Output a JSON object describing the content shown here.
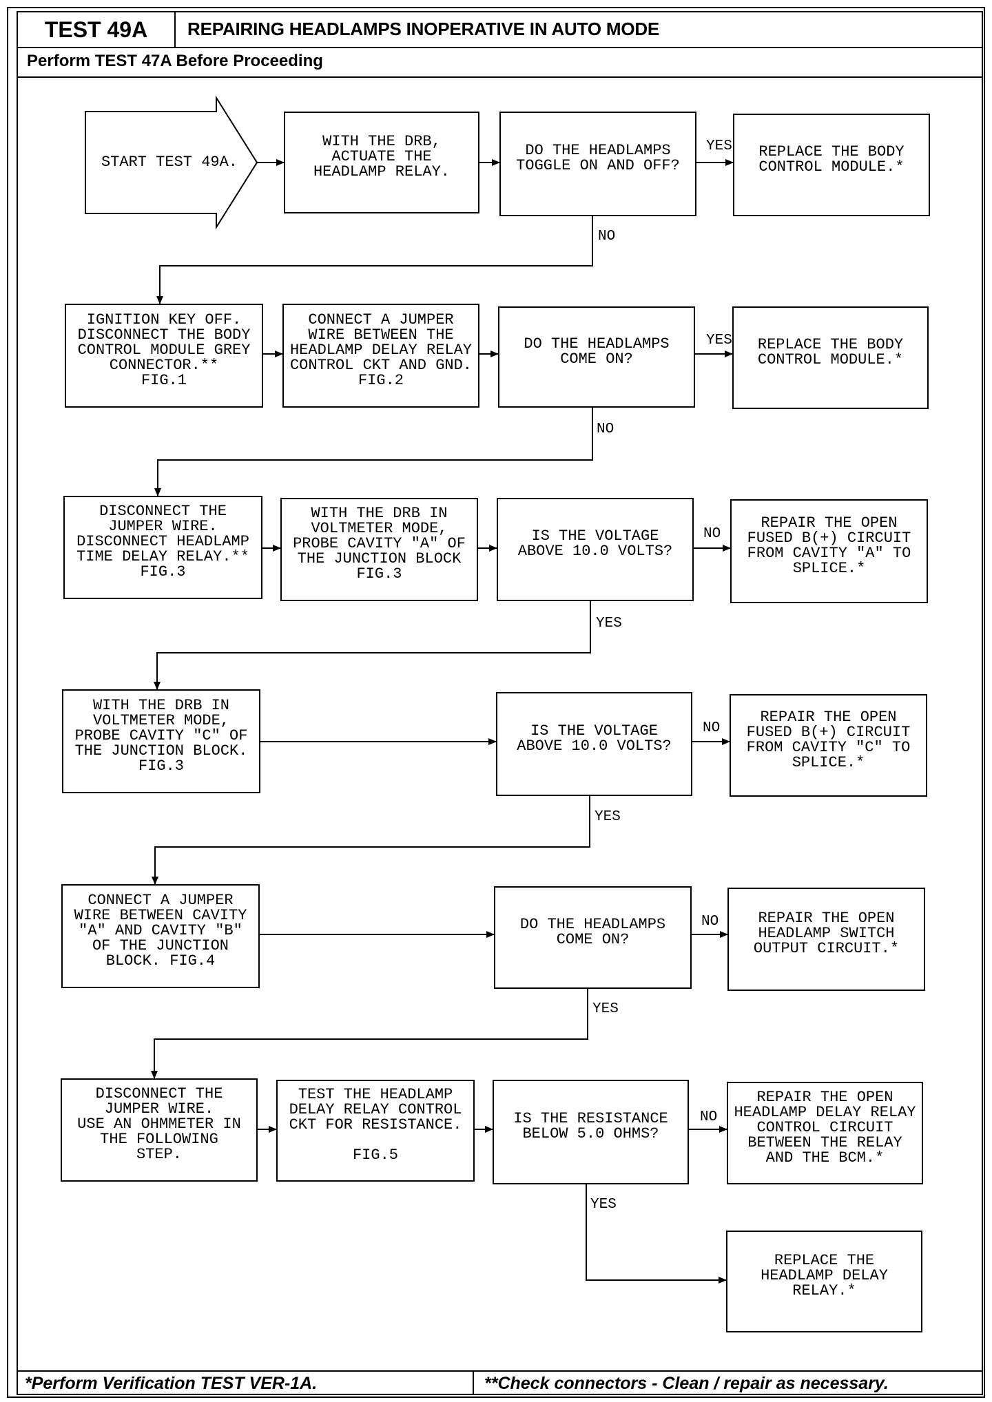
{
  "header": {
    "test_id": "TEST 49A",
    "title": "REPAIRING HEADLAMPS INOPERATIVE IN AUTO MODE",
    "prerequisite": "Perform TEST 47A Before Proceeding"
  },
  "flowchart": {
    "nodes": {
      "start": {
        "lines": [
          "START TEST 49A."
        ]
      },
      "actuate_relay": {
        "lines": [
          "WITH THE DRB,",
          "ACTUATE THE",
          "HEADLAMP RELAY."
        ]
      },
      "toggle_check": {
        "lines": [
          "DO THE HEADLAMPS",
          "TOGGLE ON AND OFF?"
        ],
        "yes_label": "YES",
        "no_label": "NO"
      },
      "replace_bcm_1": {
        "lines": [
          "REPLACE THE BODY",
          "CONTROL MODULE.*"
        ]
      },
      "disconnect_bcm": {
        "lines": [
          "IGNITION KEY OFF.",
          "DISCONNECT THE BODY",
          "CONTROL MODULE GREY",
          "CONNECTOR.**",
          "FIG.1"
        ]
      },
      "jumper_relay_gnd": {
        "lines": [
          "CONNECT A JUMPER",
          "WIRE BETWEEN THE",
          "HEADLAMP DELAY RELAY",
          "CONTROL CKT AND GND.",
          "FIG.2"
        ]
      },
      "come_on_check_1": {
        "lines": [
          "DO THE HEADLAMPS",
          "COME ON?"
        ],
        "yes_label": "YES",
        "no_label": "NO"
      },
      "replace_bcm_2": {
        "lines": [
          "REPLACE THE BODY",
          "CONTROL MODULE.*"
        ]
      },
      "disconnect_jumper_relay": {
        "lines": [
          "DISCONNECT THE",
          "JUMPER WIRE.",
          "DISCONNECT HEADLAMP",
          "TIME DELAY RELAY.**",
          "FIG.3"
        ]
      },
      "probe_cavity_a": {
        "lines": [
          "WITH THE DRB IN",
          "VOLTMETER MODE,",
          "PROBE CAVITY \"A\" OF",
          "THE JUNCTION BLOCK",
          "FIG.3"
        ]
      },
      "voltage_check_a": {
        "lines": [
          "IS THE VOLTAGE",
          "ABOVE 10.0 VOLTS?"
        ],
        "yes_label": "YES",
        "no_label": "NO"
      },
      "repair_cavity_a": {
        "lines": [
          "REPAIR THE OPEN",
          "FUSED B(+) CIRCUIT",
          "FROM CAVITY \"A\" TO",
          "SPLICE.*"
        ]
      },
      "probe_cavity_c": {
        "lines": [
          "WITH THE DRB IN",
          "VOLTMETER MODE,",
          "PROBE CAVITY \"C\" OF",
          "THE JUNCTION BLOCK.",
          "FIG.3"
        ]
      },
      "voltage_check_c": {
        "lines": [
          "IS THE VOLTAGE",
          "ABOVE 10.0 VOLTS?"
        ],
        "yes_label": "YES",
        "no_label": "NO"
      },
      "repair_cavity_c": {
        "lines": [
          "REPAIR THE OPEN",
          "FUSED B(+) CIRCUIT",
          "FROM CAVITY \"C\" TO",
          "SPLICE.*"
        ]
      },
      "jumper_a_b": {
        "lines": [
          "CONNECT A JUMPER",
          "WIRE BETWEEN CAVITY",
          "\"A\" AND CAVITY \"B\"",
          "OF THE JUNCTION",
          "BLOCK. FIG.4"
        ]
      },
      "come_on_check_2": {
        "lines": [
          "DO THE HEADLAMPS",
          "COME ON?"
        ],
        "yes_label": "YES",
        "no_label": "NO"
      },
      "repair_switch_output": {
        "lines": [
          "REPAIR THE OPEN",
          "HEADLAMP SWITCH",
          "OUTPUT CIRCUIT.*"
        ]
      },
      "disconnect_jumper_ohm": {
        "lines": [
          "DISCONNECT THE",
          "JUMPER WIRE.",
          "USE AN OHMMETER IN",
          "THE FOLLOWING",
          "STEP."
        ]
      },
      "test_resistance": {
        "lines": [
          "TEST THE HEADLAMP",
          "DELAY RELAY CONTROL",
          "CKT FOR RESISTANCE.",
          "FIG.5"
        ]
      },
      "resistance_check": {
        "lines": [
          "IS THE RESISTANCE",
          "BELOW 5.0 OHMS?"
        ],
        "yes_label": "YES",
        "no_label": "NO"
      },
      "repair_relay_control": {
        "lines": [
          "REPAIR THE OPEN",
          "HEADLAMP DELAY RELAY",
          "CONTROL CIRCUIT",
          "BETWEEN THE RELAY",
          "AND THE BCM.*"
        ]
      },
      "replace_relay": {
        "lines": [
          "REPLACE THE",
          "HEADLAMP DELAY",
          "RELAY.*"
        ]
      }
    }
  },
  "footer": {
    "note_verification": "*Perform Verification TEST VER-1A.",
    "note_connectors": "**Check connectors - Clean / repair as necessary."
  }
}
